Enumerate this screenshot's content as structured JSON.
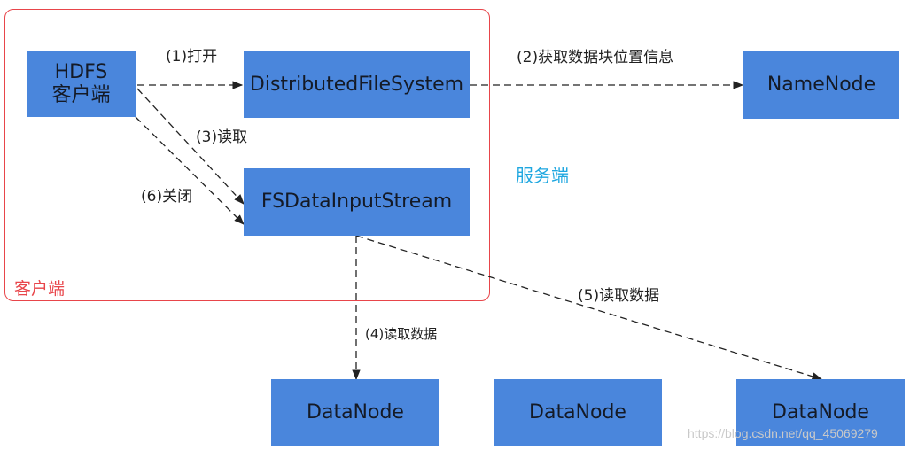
{
  "regions": {
    "client": "客户端",
    "server": "服务端"
  },
  "nodes": {
    "hdfs_client": "HDFS\n客户端",
    "dfs": "DistributedFileSystem",
    "namenode": "NameNode",
    "fsdis": "FSDataInputStream",
    "datanode_1": "DataNode",
    "datanode_2": "DataNode",
    "datanode_3": "DataNode"
  },
  "edges": {
    "open": "(1)打开",
    "get_block_locations": "(2)获取数据块位置信息",
    "read": "(3)读取",
    "read_data_4": "(4)读取数据",
    "read_data_5": "(5)读取数据",
    "close": "(6)关闭"
  },
  "watermark": "https://blog.csdn.net/qq_45069279",
  "colors": {
    "node_fill": "#4a86dc",
    "client_border": "#e8454a",
    "server_label": "#1fa7e0"
  }
}
